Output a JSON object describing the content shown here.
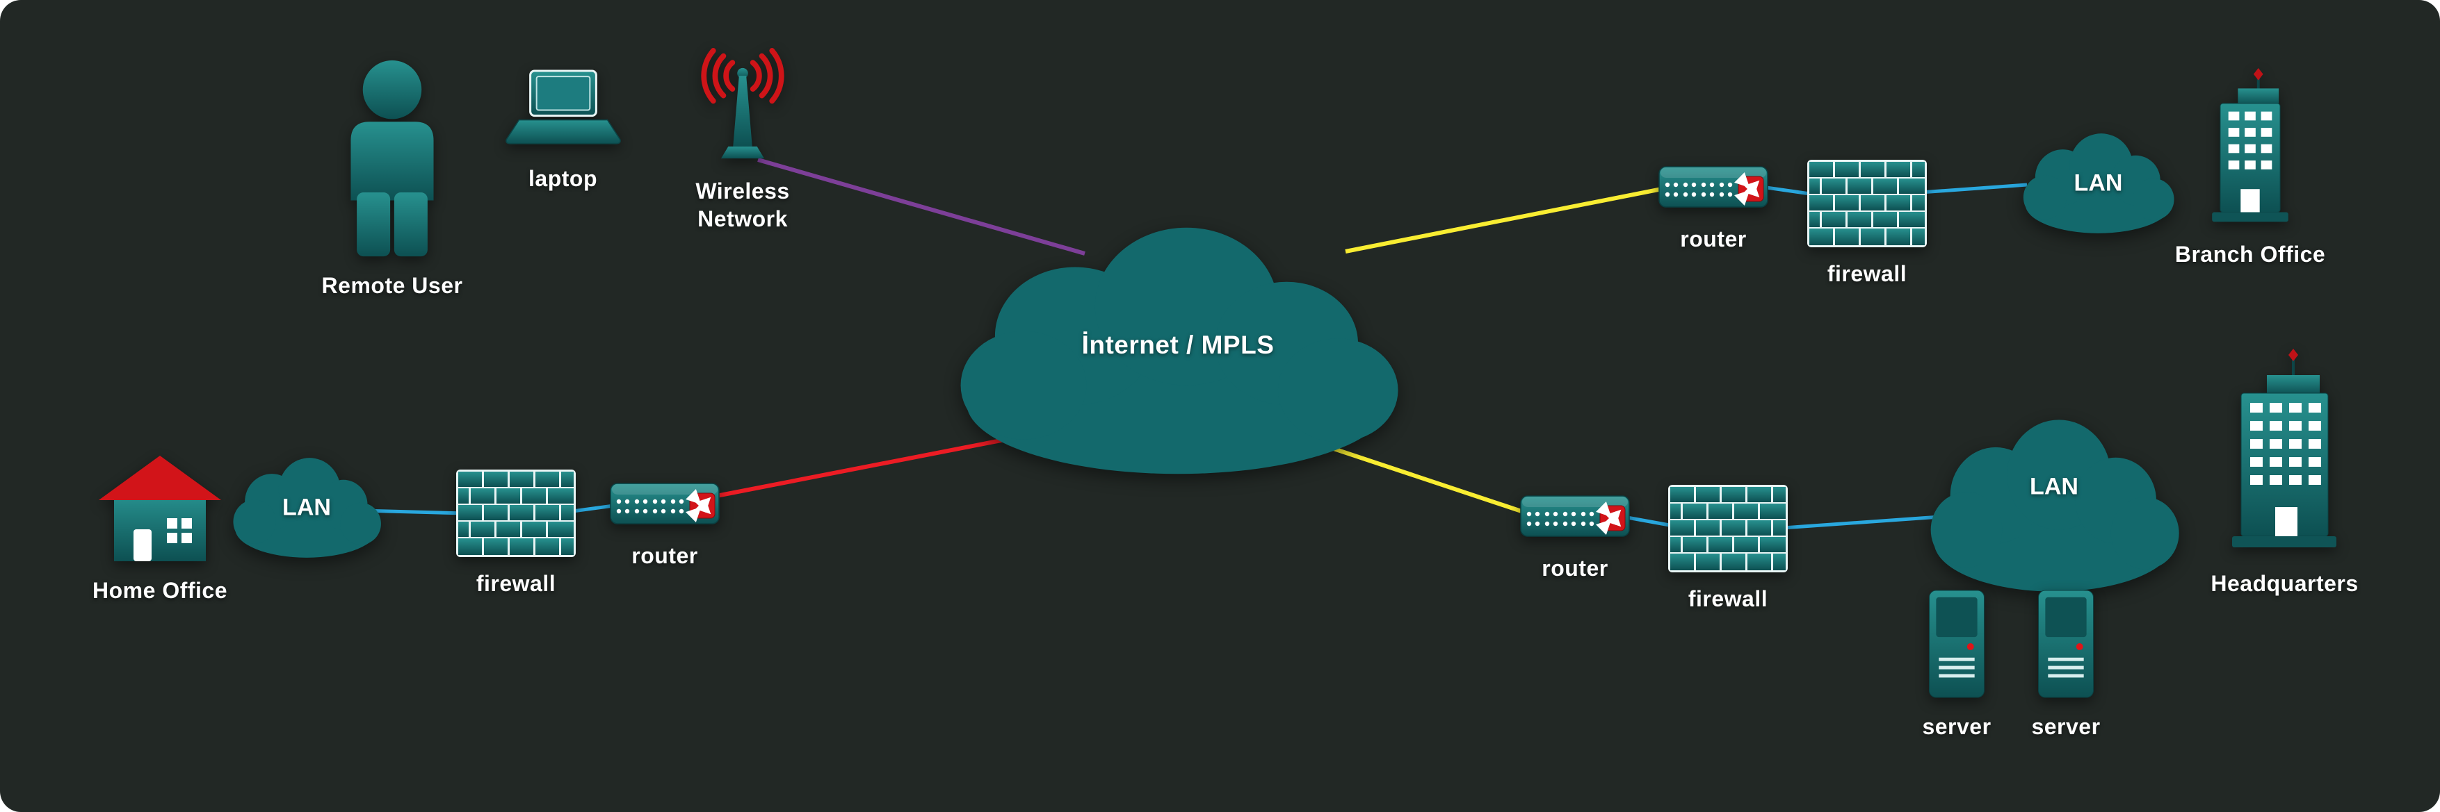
{
  "diagram": {
    "background": "#222825",
    "node_fill": "#13696c",
    "label_color": "#ffffff",
    "accent_red": "#d21419",
    "nodes": {
      "remote_user": {
        "label": "Remote User"
      },
      "laptop": {
        "label": "laptop"
      },
      "wireless_network": {
        "label_line1": "Wireless",
        "label_line2": "Network"
      },
      "internet": {
        "label": "İnternet / MPLS"
      },
      "branch_router": {
        "label": "router"
      },
      "branch_firewall": {
        "label": "firewall"
      },
      "branch_lan": {
        "label": "LAN"
      },
      "branch_office": {
        "label": "Branch Office"
      },
      "home_office": {
        "label": "Home Office"
      },
      "home_lan": {
        "label": "LAN"
      },
      "home_firewall": {
        "label": "firewall"
      },
      "home_router": {
        "label": "router"
      },
      "hq_router": {
        "label": "router"
      },
      "hq_firewall": {
        "label": "firewall"
      },
      "hq_lan": {
        "label": "LAN"
      },
      "headquarters": {
        "label": "Headquarters"
      },
      "server_1": {
        "label": "server"
      },
      "server_2": {
        "label": "server"
      }
    },
    "links": [
      {
        "from": "wireless_network",
        "to": "internet",
        "color": "#7d3f98"
      },
      {
        "from": "home_router",
        "to": "internet",
        "color": "#ec1c24"
      },
      {
        "from": "internet",
        "to": "branch_router",
        "color": "#f9ed32"
      },
      {
        "from": "internet",
        "to": "hq_router",
        "color": "#f9ed32"
      },
      {
        "from": "home_lan",
        "to": "home_firewall",
        "color": "#29a8df"
      },
      {
        "from": "home_firewall",
        "to": "home_router",
        "color": "#29a8df"
      },
      {
        "from": "branch_router",
        "to": "branch_firewall",
        "color": "#29a8df"
      },
      {
        "from": "branch_firewall",
        "to": "branch_lan",
        "color": "#29a8df"
      },
      {
        "from": "hq_router",
        "to": "hq_firewall",
        "color": "#29a8df"
      },
      {
        "from": "hq_firewall",
        "to": "hq_lan",
        "color": "#29a8df"
      }
    ]
  }
}
